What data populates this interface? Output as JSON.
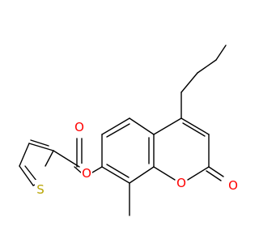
{
  "structure": {
    "atoms": {
      "ester_oxygen": {
        "symbol": "O",
        "color": "#ff0000"
      },
      "carbonyl_oxygen": {
        "symbol": "O",
        "color": "#ff0000"
      },
      "ring_oxygen": {
        "symbol": "O",
        "color": "#ff0000"
      },
      "lactone_oxygen": {
        "symbol": "O",
        "color": "#ff0000"
      },
      "sulfur": {
        "symbol": "S",
        "color": "#b8a400"
      }
    },
    "bond_color": "#000000"
  }
}
